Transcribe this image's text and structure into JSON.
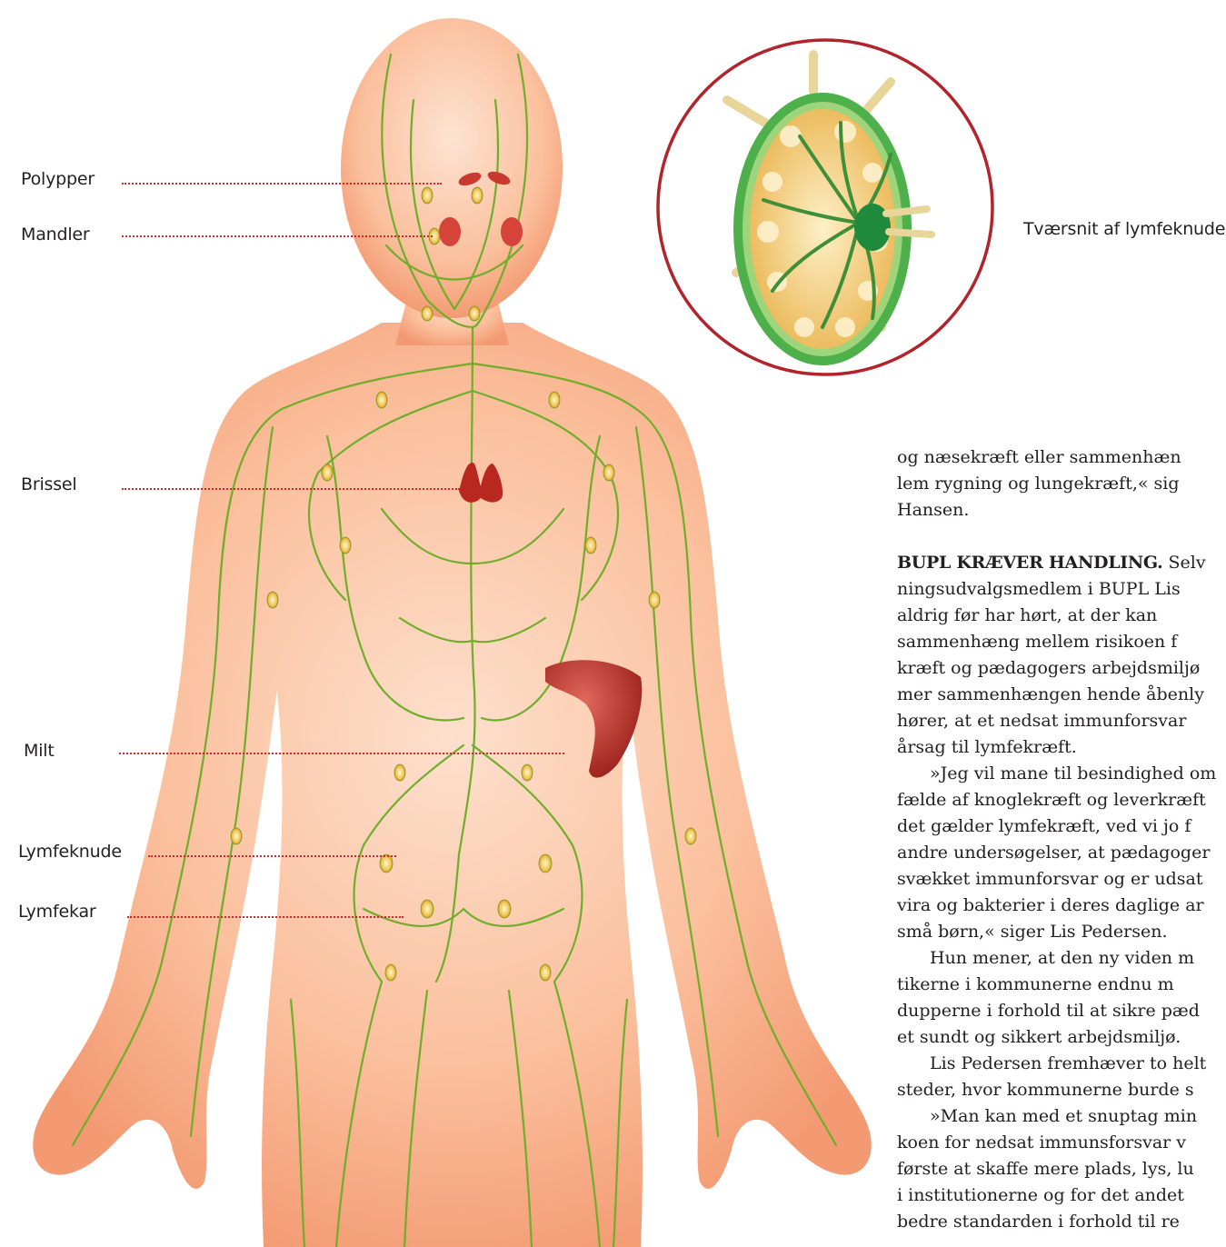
{
  "labels": {
    "polypper": "Polypper",
    "mandler": "Mandler",
    "brissel": "Brissel",
    "milt": "Milt",
    "lymfeknude": "Lymfeknude",
    "lymfekar": "Lymfekar"
  },
  "circle_caption": "Tværsnit af lymfeknude",
  "article": {
    "intro_lines": [
      "og næsekræft eller sammenhæn",
      "lem rygning og lungekræft,« sig",
      "Hansen."
    ],
    "heading": "BUPL KRÆVER HANDLING.",
    "heading_rest": " Selv",
    "para1_lines": [
      "ningsudvalgsmedlem i BUPL Lis",
      "aldrig før har hørt, at der kan",
      "sammenhæng mellem risikoen f",
      "kræft og pædagogers arbejdsmiljø",
      "mer sammenhængen hende åbenly",
      "hører, at et nedsat immunforsvar",
      "årsag til lymfekræft."
    ],
    "para2_lines": [
      "»Jeg vil mane til besindighed om",
      "fælde af knoglekræft og leverkræft",
      "det gælder lymfekræft, ved vi jo f",
      "andre undersøgelser, at pædagoger",
      "svækket immunforsvar og er udsat",
      "vira og bakterier i deres daglige ar",
      "små børn,« siger Lis Pedersen."
    ],
    "para3_lines": [
      "Hun mener, at den ny viden m",
      "tikerne i kommunerne endnu m",
      "dupperne i forhold til at sikre pæd",
      "et sundt og sikkert arbejdsmiljø."
    ],
    "para4_lines": [
      "Lis Pedersen fremhæver to helt",
      "steder, hvor kommunerne burde s"
    ],
    "para5_lines": [
      "»Man kan med et snuptag min",
      "koen for nedsat immunsforsvar v",
      "første at skaffe mere plads, lys, lu",
      "i institutionerne og for det andet",
      "bedre standarden i forhold til re"
    ]
  },
  "colors": {
    "skin": "#f7a77f",
    "skin_light": "#fdd8c0",
    "lymph_green": "#6fb02a",
    "node_yellow": "#e9c84a",
    "organ_red": "#b52a23",
    "accent_red": "#c1272d"
  }
}
